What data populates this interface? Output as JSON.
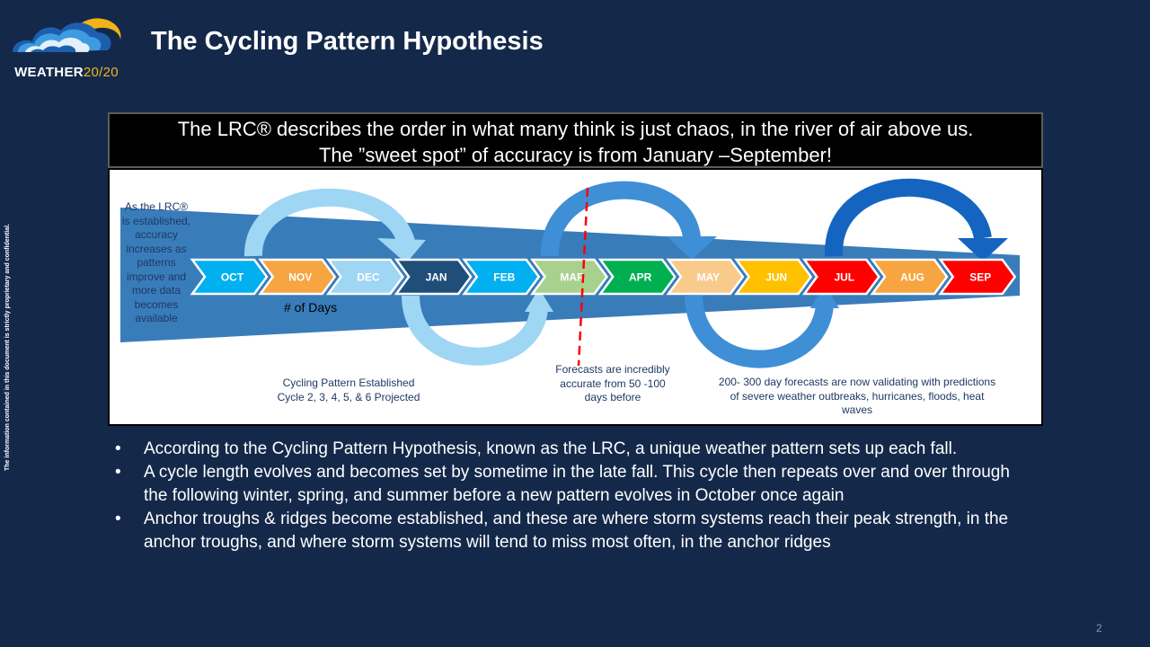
{
  "logo": {
    "icon": "weather-cloud-sun-icon",
    "text_main": "WEATHER",
    "text_accent": "20/20"
  },
  "title": "The Cycling Pattern Hypothesis",
  "side_note": "The information contained in this document is strictly proprietary and confidential.",
  "banner": {
    "line1": "The LRC® describes the order in what many think is just chaos, in the river of air above us.",
    "line2": "The ”sweet spot” of accuracy is from January –September!"
  },
  "diagram": {
    "months": [
      {
        "label": "OCT",
        "color": "#00b0f0"
      },
      {
        "label": "NOV",
        "color": "#f7a540"
      },
      {
        "label": "DEC",
        "color": "#9fd6f4"
      },
      {
        "label": "JAN",
        "color": "#1f4e79"
      },
      {
        "label": "FEB",
        "color": "#00b0f0"
      },
      {
        "label": "MAR",
        "color": "#a9d18e"
      },
      {
        "label": "APR",
        "color": "#00b050"
      },
      {
        "label": "MAY",
        "color": "#f8cb8c"
      },
      {
        "label": "JUN",
        "color": "#ffc000"
      },
      {
        "label": "JUL",
        "color": "#ff0000"
      },
      {
        "label": "AUG",
        "color": "#f7a540"
      },
      {
        "label": "SEP",
        "color": "#ff0000"
      }
    ],
    "days_label": "# of Days",
    "left_note": "As the LRC® is established, accuracy increases as patterns improve and more data becomes available",
    "note_cycle": "Cycling Pattern Established Cycle 2, 3, 4, 5, & 6 Projected",
    "note_forecast": "Forecasts are incredibly accurate from 50 -100 days before",
    "note_validate": "200- 300 day forecasts are now validating with predictions of severe weather outbreaks, hurricanes, floods, heat waves",
    "colors": {
      "river": "#2e75b6",
      "divider": "#ff0000",
      "text": "#1f3864"
    }
  },
  "bullets": [
    "According to the Cycling Pattern Hypothesis, known as the LRC, a unique weather pattern sets up each fall.",
    "A cycle length evolves and becomes set by sometime in the late fall. This cycle then repeats over and over through the following winter, spring, and summer before a new pattern evolves  in October once again",
    "Anchor troughs & ridges become established, and these are where storm systems reach their peak strength, in the anchor troughs, and where storm systems will tend to miss most often, in the anchor ridges"
  ],
  "page_number": "2"
}
